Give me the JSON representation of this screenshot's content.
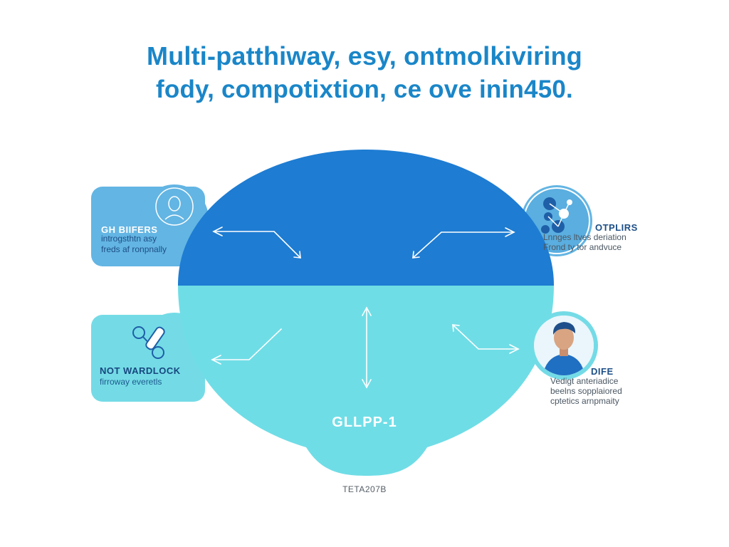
{
  "title": {
    "line1_bold": "Multi-patthiway, esy,",
    "line1_rest": " ontmolkiviring",
    "line2_bold": "fody, compotixtion,",
    "line2_rest": " ce ove inin",
    "line2_tail": "450."
  },
  "center": {
    "label": "GLLPP-1",
    "footer": "TETA207B"
  },
  "cards": {
    "top_left": {
      "heading": "GH BIIFERS",
      "line1": "introgsthtn asy",
      "line2": "freds af ronpnally",
      "icon": "person-icon"
    },
    "bottom_left": {
      "heading": "NOT WARDLOCK",
      "line1": "firroway everetls",
      "icon": "injector-pen-icon"
    },
    "top_right": {
      "heading": "OTPLIRS",
      "line1": "Lnnges ltves deriation",
      "line2": "Frond ty tor andvuce",
      "icon": "molecule-icon"
    },
    "bottom_right": {
      "heading": "DIFE",
      "line1": "Vedigt anteriadice",
      "line2": "beelns sopplaiored",
      "line3": "cptetics arnpmaity",
      "icon": "man-portrait-icon"
    }
  },
  "colors": {
    "title": "#1a86c8",
    "dark_blue": "#1e7cd2",
    "cyan": "#6fdde6",
    "card_blue": "#63b5e3",
    "card_cyan": "#74dbe6"
  }
}
